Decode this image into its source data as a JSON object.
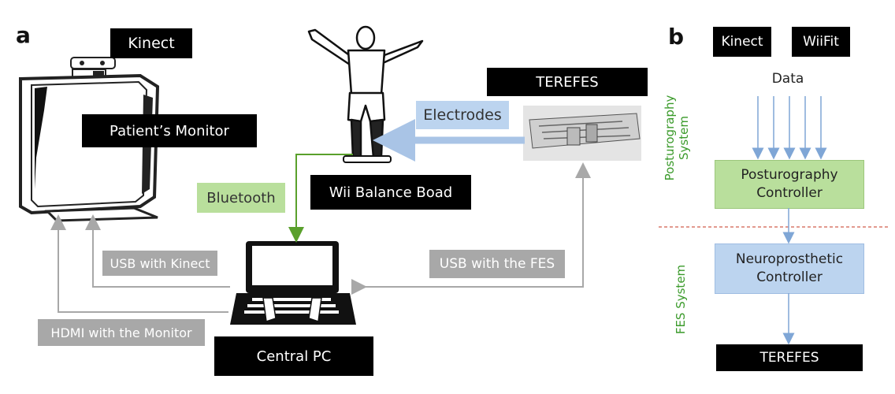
{
  "panel_a": {
    "letter": "a",
    "kinect_label": "Kinect",
    "patient_monitor_label": "Patient’s Monitor",
    "wii_board_label": "Wii Balance Boad",
    "terefes_label": "TEREFES",
    "electrodes_label": "Electrodes",
    "bluetooth_label": "Bluetooth",
    "usb_kinect_label": "USB with Kinect",
    "usb_fes_label": "USB with the FES",
    "hdmi_label": "HDMI with the Monitor",
    "central_pc_label": "Central PC"
  },
  "panel_b": {
    "letter": "b",
    "kinect_label": "Kinect",
    "wiifit_label": "WiiFit",
    "data_label": "Data",
    "posturography_system_line1": "Posturography",
    "posturography_system_line2": "System",
    "posturography_controller_line1": "Posturography",
    "posturography_controller_line2": "Controller",
    "fes_system_label": "FES System",
    "neuroprosthetic_controller_line1": "Neuroprosthetic",
    "neuroprosthetic_controller_line2": "Controller",
    "terefes_label": "TEREFES"
  },
  "colors": {
    "black_label": "#000000",
    "gray_label": "#a8a8a8",
    "green_box": "#b9df9c",
    "blue_box": "#bcd4ef",
    "blue_arrow": "#7fa6d6",
    "green_line": "#5aa02c",
    "gray_line": "#a8a8a8",
    "red_dashed": "#d9786a",
    "system_text_green": "#3a9a2a"
  }
}
